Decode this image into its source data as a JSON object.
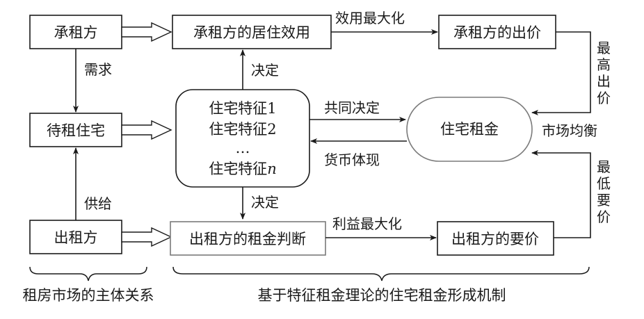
{
  "nodes": {
    "lessee": "承租方",
    "lessee_utility": "承租方的居住效用",
    "lessee_bid": "承租方的出价",
    "rental_housing": "待租住宅",
    "features": [
      "住宅特征1",
      "住宅特征2",
      "…",
      "住宅特征"
    ],
    "feature_n_italic": "n",
    "housing_rent": "住宅租金",
    "lessor": "出租方",
    "lessor_judgment": "出租方的租金判断",
    "lessor_ask": "出租方的要价"
  },
  "edges": {
    "demand": "需求",
    "supply": "供给",
    "determine_top": "决定",
    "determine_bottom": "决定",
    "utility_max": "效用最大化",
    "profit_max": "利益最大化",
    "jointly_determine": "共同决定",
    "money_embodiment": "货币体现",
    "max_bid": [
      "最",
      "高",
      "出",
      "价"
    ],
    "min_ask": [
      "最",
      "低",
      "要",
      "价"
    ],
    "market_equilibrium": "市场均衡"
  },
  "captions": {
    "left": "租房市场的主体关系",
    "right": "基于特征租金理论的住宅租金形成机制"
  }
}
